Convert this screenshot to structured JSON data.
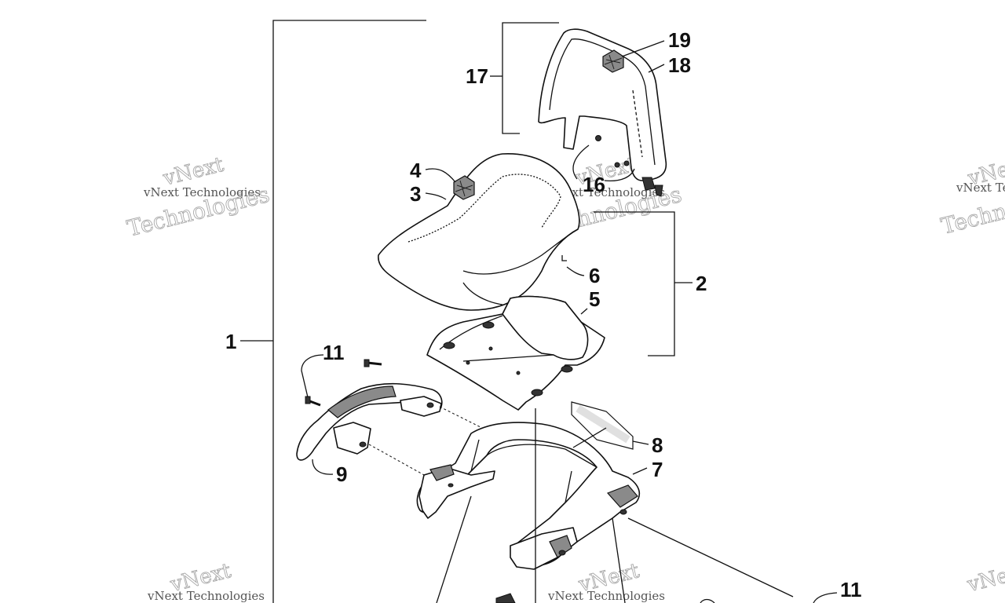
{
  "callouts": {
    "c1": "1",
    "c2": "2",
    "c3": "3",
    "c4": "4",
    "c5": "5",
    "c6": "6",
    "c7": "7",
    "c8": "8",
    "c9": "9",
    "c11a": "11",
    "c11b": "11",
    "c16": "16",
    "c17": "17",
    "c18": "18",
    "c19": "19"
  },
  "watermark": {
    "line1": "vNext",
    "line2": "vNext Technologies",
    "line3": "Technologies"
  }
}
